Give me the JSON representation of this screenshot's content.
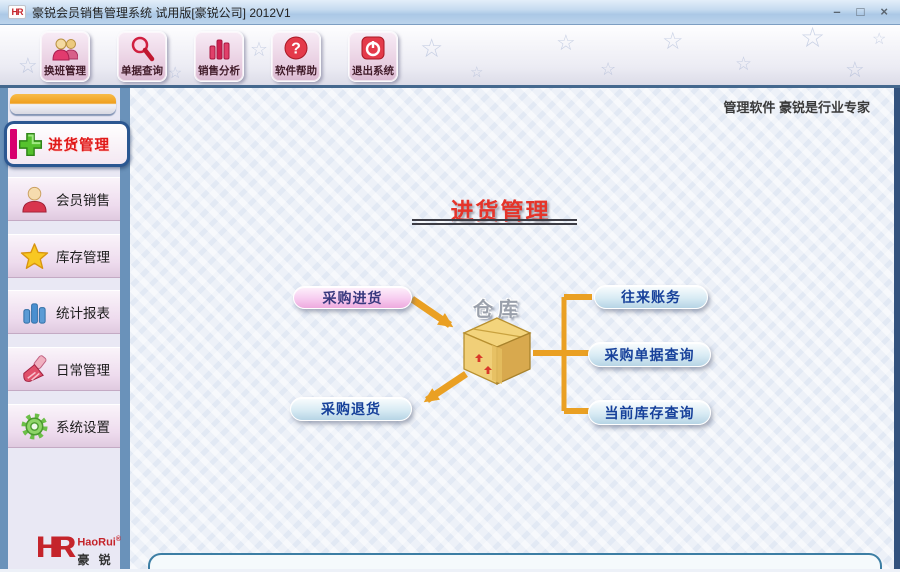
{
  "window": {
    "app_icon_text": "HR",
    "title": "豪锐会员销售管理系统 试用版[豪锐公司] 2012V1",
    "controls": {
      "minimize": "–",
      "maximize": "□",
      "close": "×"
    }
  },
  "toolbar": {
    "buttons": [
      {
        "label": "换班管理",
        "icon": "shift-people-icon"
      },
      {
        "label": "单据查询",
        "icon": "magnifier-icon"
      },
      {
        "label": "销售分析",
        "icon": "bar-chart-icon"
      },
      {
        "label": "软件帮助",
        "icon": "help-question-icon",
        "glyph": "?"
      },
      {
        "label": "退出系统",
        "icon": "power-exit-icon"
      }
    ]
  },
  "sidebar": {
    "active_item": {
      "label": "进货管理",
      "icon": "green-plus-icon"
    },
    "items": [
      {
        "label": "会员销售",
        "icon": "member-person-icon"
      },
      {
        "label": "库存管理",
        "icon": "star-icon"
      },
      {
        "label": "统计报表",
        "icon": "report-bars-icon"
      },
      {
        "label": "日常管理",
        "icon": "brush-icon"
      },
      {
        "label": "系统设置",
        "icon": "gear-icon"
      }
    ],
    "logo": {
      "monogram": "HR",
      "name": "HaoRui",
      "registered": "®",
      "chinese": "豪 锐"
    }
  },
  "content": {
    "slogan": "管理软件  豪锐是行业专家",
    "page_title": "进货管理",
    "diagram": {
      "inflow_button": "采购进货",
      "outflow_button": "采购退货",
      "hub_label": "仓库",
      "right_buttons": [
        "往来账务",
        "采购单据查询",
        "当前库存查询"
      ]
    }
  },
  "decor": {
    "star_glyph": "☆"
  },
  "colors": {
    "accent_pink": "#f3bce6",
    "accent_blue": "#cfe4f0",
    "arrow_orange": "#eaa023",
    "title_red": "#e5342a",
    "sidebar_border_blue": "#6a92ba",
    "active_magenta": "#d8006e"
  }
}
